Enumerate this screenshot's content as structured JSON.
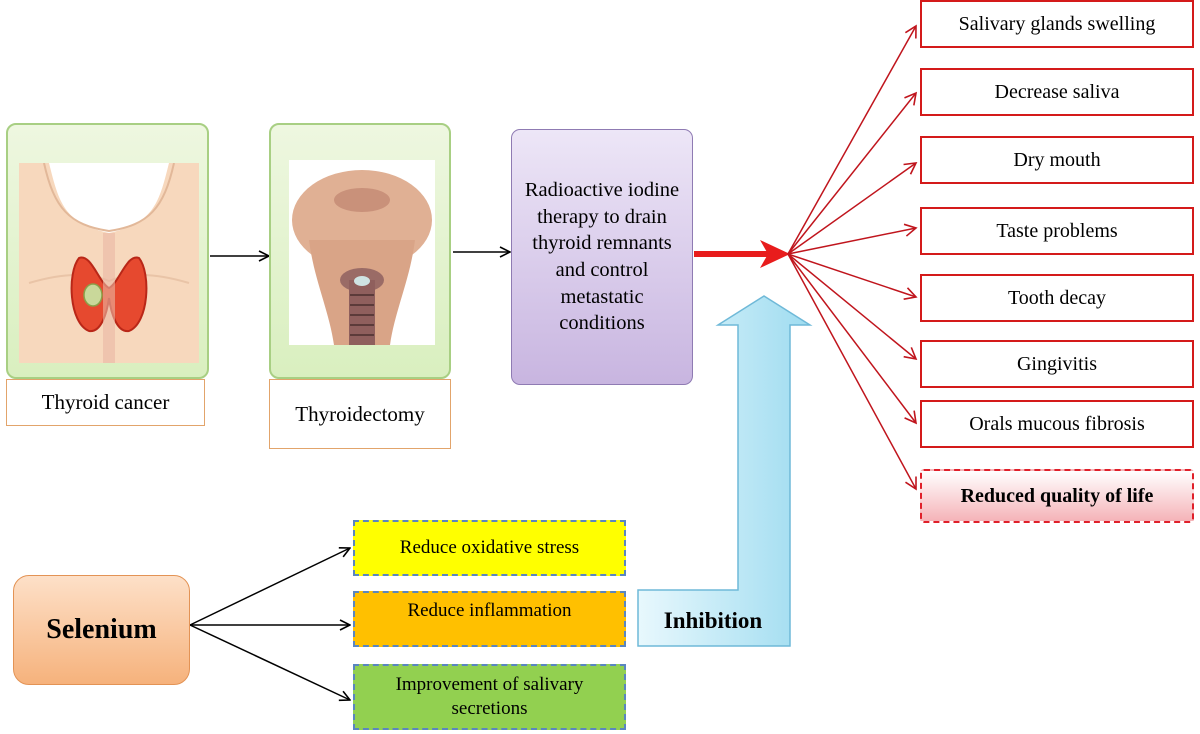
{
  "steps": [
    {
      "label": "Thyroid cancer",
      "image_icon": "thyroid-neck-illustration"
    },
    {
      "label": "Thyroidectomy",
      "image_icon": "thyroidectomy-head-illustration"
    }
  ],
  "therapy": {
    "text": "Radioactive iodine therapy to drain thyroid remnants and control metastatic conditions"
  },
  "effects": [
    "Salivary glands swelling",
    "Decrease saliva",
    "Dry mouth",
    "Taste problems",
    "Tooth decay",
    "Gingivitis",
    "Orals mucous fibrosis",
    "Reduced quality of life"
  ],
  "selenium": {
    "label": "Selenium"
  },
  "mechanisms": [
    {
      "label": "Reduce oxidative stress",
      "color": "#ffff00"
    },
    {
      "label": "Reduce inflammation",
      "color": "#ffc000"
    },
    {
      "label": "Improvement of salivary secretions",
      "color": "#92d050"
    }
  ],
  "inhibition": {
    "label": "Inhibition"
  },
  "colors": {
    "effect_border": "#d41a1a",
    "therapy_arrow": "#e81c1c",
    "inhibition_arrow": "#a6e3f2",
    "image_frame": "#a8cf83"
  }
}
